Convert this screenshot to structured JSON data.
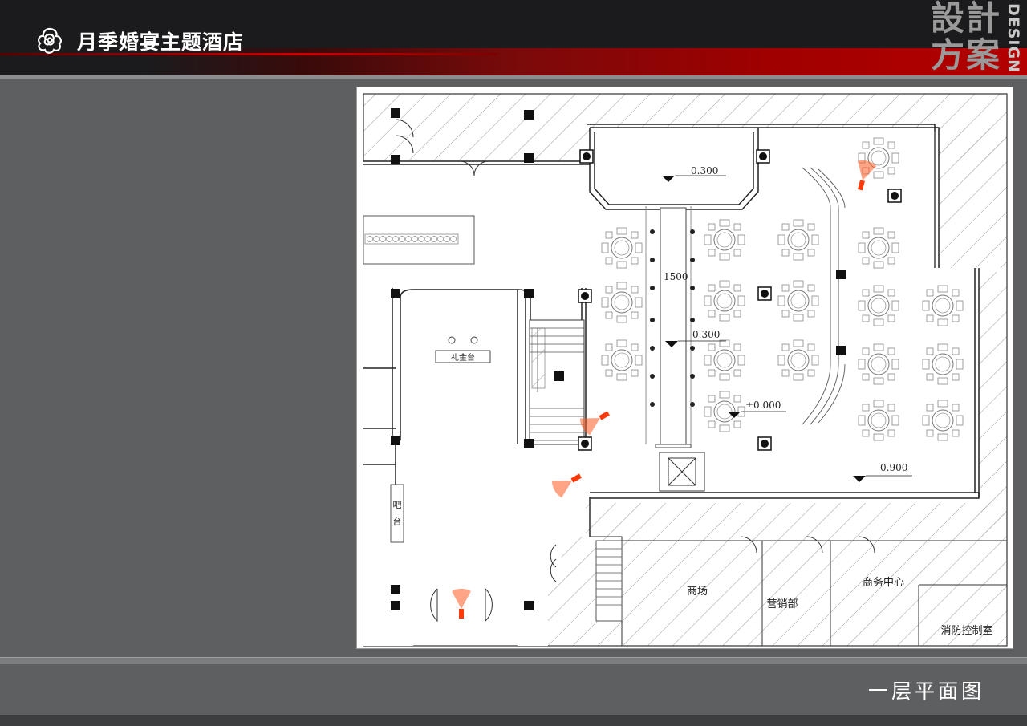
{
  "header": {
    "title": "月季婚宴主题酒店",
    "badge_chars": [
      "設",
      "計",
      "方",
      "案"
    ],
    "badge_vertical": "DESIGN",
    "accent": "#b40000"
  },
  "plan": {
    "levels": {
      "stage": "0.300",
      "aisle": "0.300",
      "floor": "±0.000",
      "right_hall": "0.900"
    },
    "aisle_width": "1500",
    "rooms": {
      "gift_desk": "礼金台",
      "bar_char1": "吧",
      "bar_char2": "台",
      "mall": "商场",
      "sales": "营销部",
      "business_center": "商务中心",
      "fire_control": "消防控制室"
    },
    "camera_color": "#ff5a1f"
  },
  "footer": {
    "caption": "一层平面图"
  }
}
